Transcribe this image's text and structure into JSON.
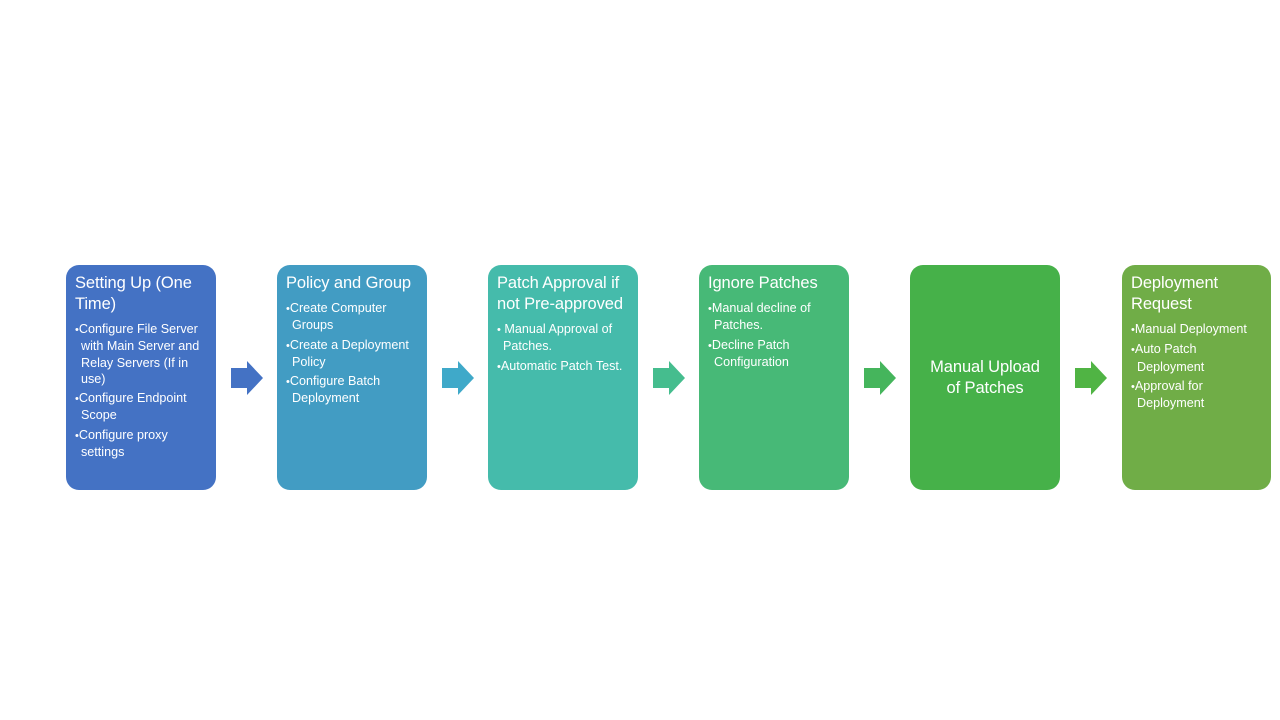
{
  "diagram": {
    "steps": [
      {
        "title": "Setting Up (One Time)",
        "color": "#4472C4",
        "items": [
          "Configure File Server with Main Server and Relay Servers (If in use)",
          "Configure Endpoint Scope",
          "Configure proxy settings"
        ]
      },
      {
        "title": "Policy and Group",
        "color": "#429CC3",
        "items": [
          "Create Computer Groups",
          "Create a Deployment Policy",
          "Configure Batch Deployment"
        ]
      },
      {
        "title": "Patch Approval if not Pre-approved",
        "color": "#45BBAB",
        "items": [
          " Manual Approval of Patches.",
          "Automatic Patch Test."
        ]
      },
      {
        "title": "Ignore Patches",
        "color": "#47B977",
        "items": [
          "Manual decline of Patches.",
          "Decline Patch Configuration"
        ]
      },
      {
        "title": "Manual Upload of Patches",
        "color": "#46B149",
        "items": []
      },
      {
        "title": "Deployment Request",
        "color": "#70AD47",
        "items": [
          "Manual Deployment",
          "Auto Patch Deployment",
          "Approval for Deployment"
        ]
      }
    ],
    "arrow_colors": [
      "#4472C4",
      "#3FA9C9",
      "#45BD8E",
      "#45B55C",
      "#50B444"
    ]
  }
}
